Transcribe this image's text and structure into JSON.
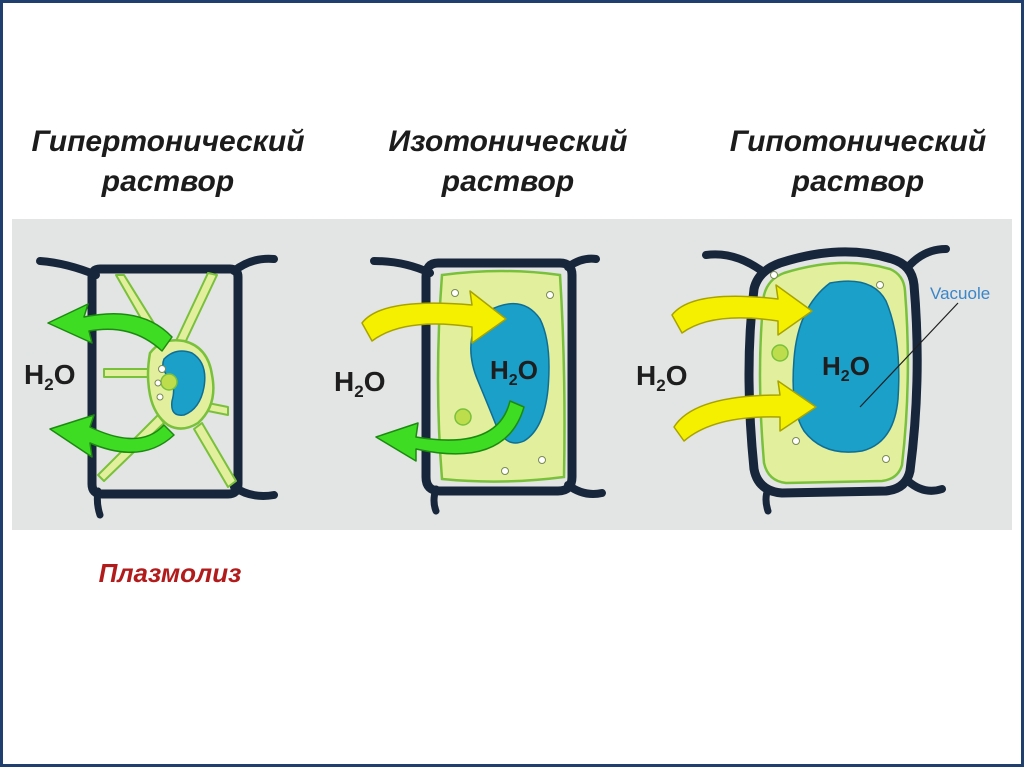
{
  "headings": {
    "hypertonic": [
      "Гипертонический",
      "раствор"
    ],
    "isotonic": [
      "Изотонический",
      "раствор"
    ],
    "hypotonic": [
      "Гипотонический",
      "раствор"
    ]
  },
  "water_label": {
    "main": "H",
    "sub": "2",
    "tail": "O"
  },
  "vacuole_label": "Vacuole",
  "caption": "Плазмолиз",
  "colors": {
    "cell_wall": "#17263a",
    "cytoplasm": "#e2ef9c",
    "membrane": "#79c13b",
    "vacuole": "#1aa0c9",
    "arrow_in": "#f5f000",
    "arrow_out": "#3fdc24",
    "caption": "#b21b1b"
  }
}
